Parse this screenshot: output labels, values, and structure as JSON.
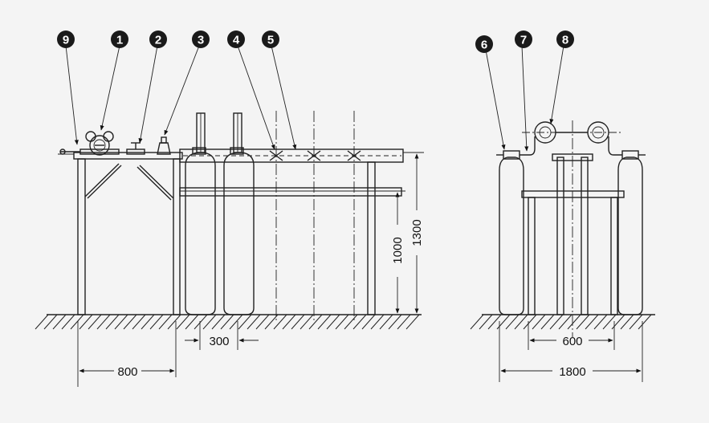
{
  "callouts": {
    "c9": "9",
    "c1": "1",
    "c2": "2",
    "c3": "3",
    "c4": "4",
    "c5": "5",
    "c6": "6",
    "c7": "7",
    "c8": "8"
  },
  "dimensions": {
    "d300": "300",
    "d800": "800",
    "d1000": "1000",
    "d1300": "1300",
    "d600": "600",
    "d1800": "1800"
  }
}
